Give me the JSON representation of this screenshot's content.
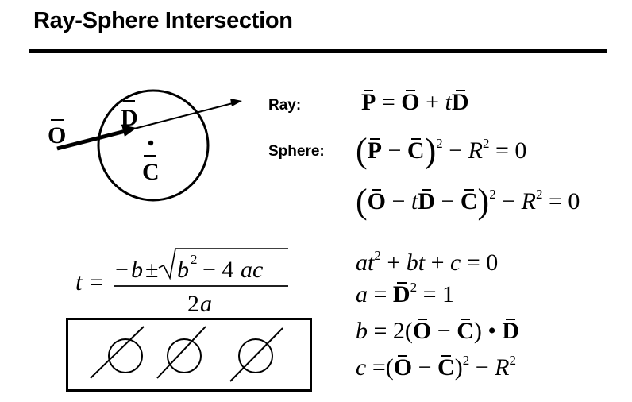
{
  "title": "Ray-Sphere Intersection",
  "labels": {
    "ray": "Ray:",
    "sphere": "Sphere:"
  },
  "diagram": {
    "origin": "O",
    "direction": "D",
    "center": "C"
  },
  "equations": {
    "ray": "P = O + tD",
    "sphere": "(P − C)² − R² = 0",
    "substituted": "(O − tD − C)² − R² = 0",
    "quadratic": "at² + bt + c = 0",
    "a": "a = D² = 1",
    "b": "b = 2(O − C) • D",
    "c": "c = (O − C)² − R²",
    "solution": "t = (−b ± √(b² − 4ac)) / 2a"
  }
}
